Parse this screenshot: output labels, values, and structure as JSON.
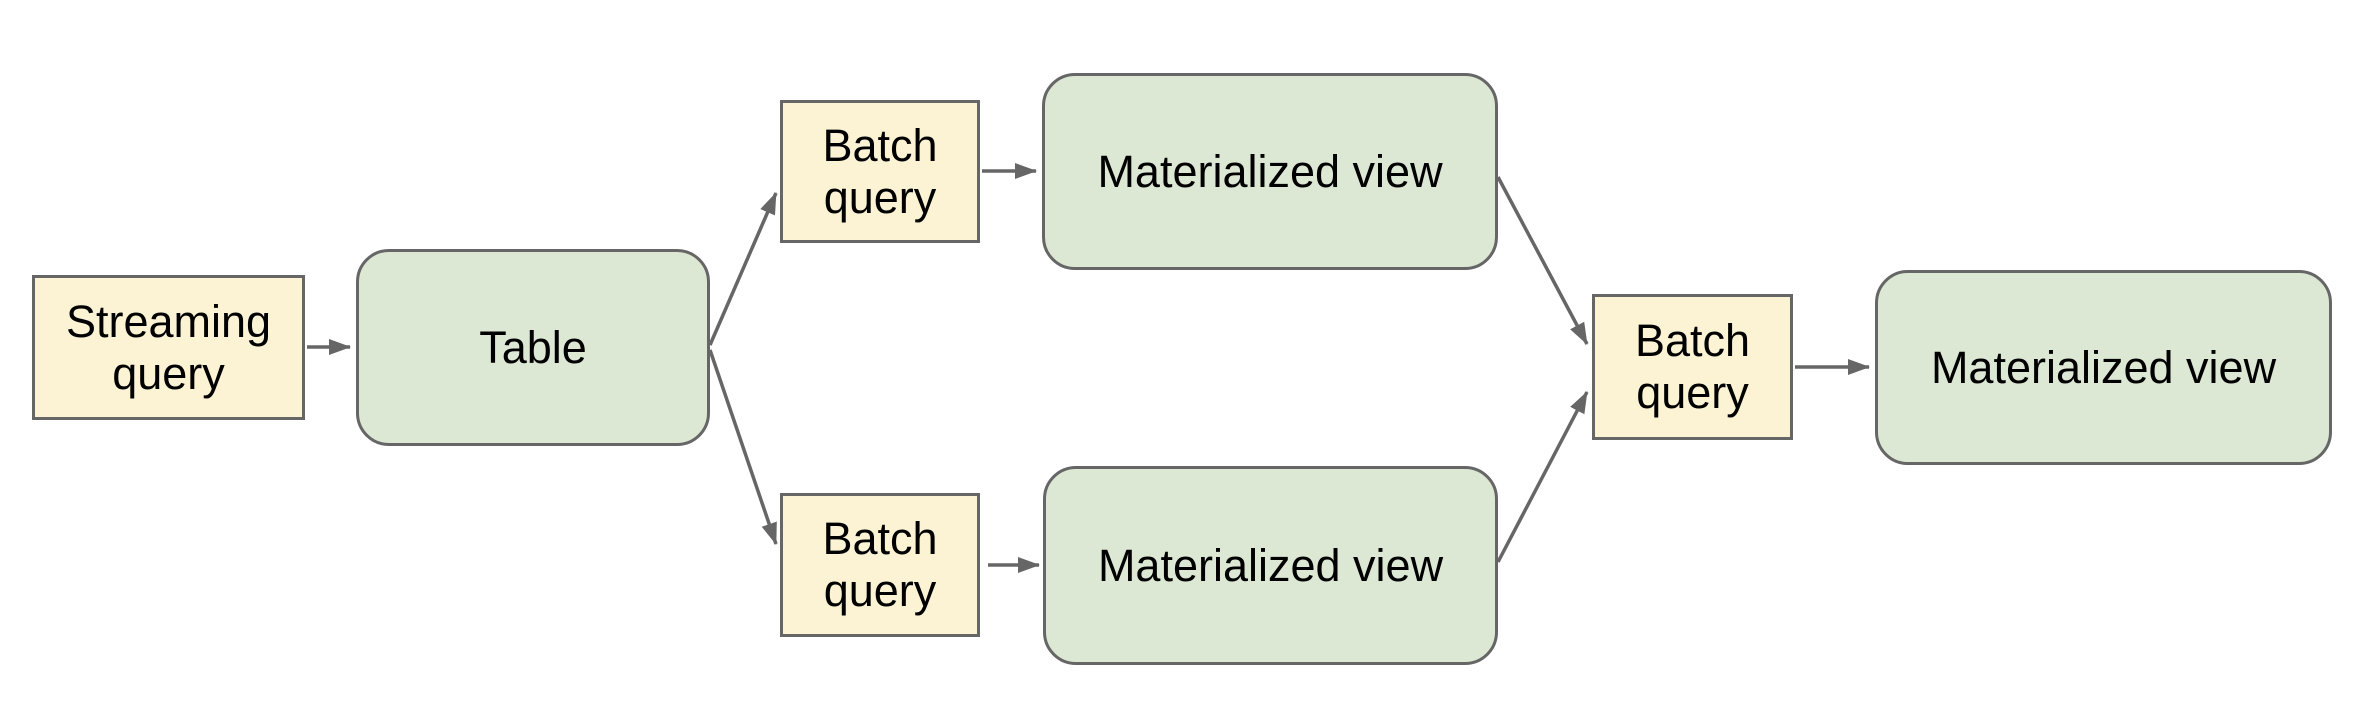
{
  "diagram": {
    "type": "flowchart",
    "background": "#ffffff",
    "colors": {
      "background": "#ffffff",
      "query_box_fill": "#fbf3d4",
      "query_box_border": "#666666",
      "view_box_fill": "#dce8d4",
      "view_box_border": "#666666",
      "arrow": "#666666",
      "label_text": "#000000"
    },
    "nodes": {
      "streaming_query": {
        "label": "Streaming query",
        "kind": "query"
      },
      "table": {
        "label": "Table",
        "kind": "view"
      },
      "batch_query_top": {
        "label": "Batch query",
        "kind": "query"
      },
      "materialized_view_top": {
        "label": "Materialized view",
        "kind": "view"
      },
      "batch_query_bottom": {
        "label": "Batch query",
        "kind": "query"
      },
      "materialized_view_bottom": {
        "label": "Materialized view",
        "kind": "view"
      },
      "batch_query_final": {
        "label": "Batch query",
        "kind": "query"
      },
      "materialized_view_final": {
        "label": "Materialized view",
        "kind": "view"
      }
    },
    "edges": [
      {
        "from": "streaming_query",
        "to": "table"
      },
      {
        "from": "table",
        "to": "batch_query_top"
      },
      {
        "from": "table",
        "to": "batch_query_bottom"
      },
      {
        "from": "batch_query_top",
        "to": "materialized_view_top"
      },
      {
        "from": "batch_query_bottom",
        "to": "materialized_view_bottom"
      },
      {
        "from": "materialized_view_top",
        "to": "batch_query_final"
      },
      {
        "from": "materialized_view_bottom",
        "to": "batch_query_final"
      },
      {
        "from": "batch_query_final",
        "to": "materialized_view_final"
      }
    ]
  }
}
